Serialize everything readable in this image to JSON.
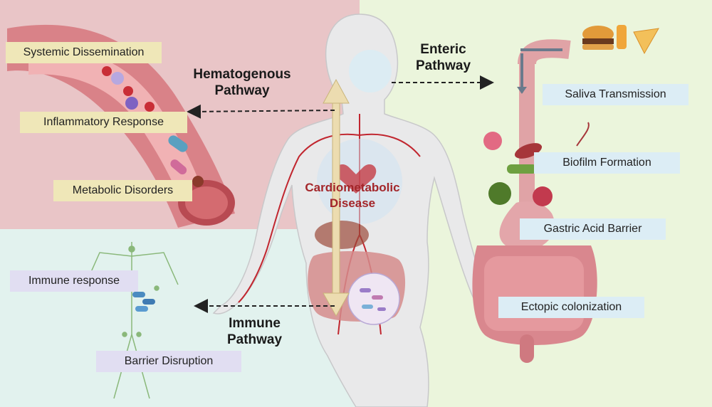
{
  "center": {
    "line1": "Cardiometabolic",
    "line2": "Disease"
  },
  "pathways": {
    "hematogenous": {
      "line1": "Hematogenous",
      "line2": "Pathway"
    },
    "enteric": {
      "line1": "Enteric",
      "line2": "Pathway"
    },
    "immune": {
      "line1": "Immune",
      "line2": "Pathway"
    }
  },
  "hematogenous_labels": [
    "Systemic Dissemination",
    "Inflammatory Response",
    "Metabolic Disorders"
  ],
  "enteric_labels": [
    "Saliva Transmission",
    "Biofilm Formation",
    "Gastric Acid Barrier",
    "Ectopic colonization"
  ],
  "immune_labels": [
    "Immune response",
    "Barrier Disruption"
  ],
  "colors": {
    "hematogenous_bg": "#e9c5c7",
    "enteric_bg": "#ebf5dc",
    "immune_bg": "#e2f2ee",
    "center_text": "#a3262a"
  }
}
